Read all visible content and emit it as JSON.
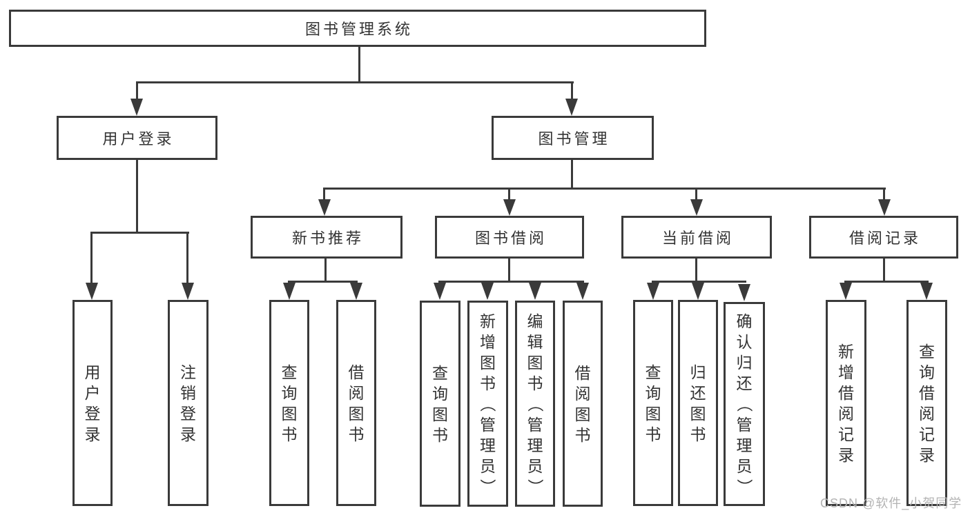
{
  "colors": {
    "line": "#3a3a3a",
    "text": "#333333",
    "watermark": "#b3b3b3",
    "background": "#ffffff"
  },
  "watermark": {
    "text": "CSDN @软件_小贺同学"
  },
  "tree": {
    "label": "图书管理系统",
    "children": [
      {
        "label": "用户登录",
        "children": [
          {
            "label": "用户登录"
          },
          {
            "label": "注销登录"
          }
        ]
      },
      {
        "label": "图书管理",
        "children": [
          {
            "label": "新书推荐",
            "children": [
              {
                "label": "查询图书"
              },
              {
                "label": "借阅图书"
              }
            ]
          },
          {
            "label": "图书借阅",
            "children": [
              {
                "label": "查询图书"
              },
              {
                "label": "新增图书（管理员）"
              },
              {
                "label": "编辑图书（管理员）"
              },
              {
                "label": "借阅图书"
              }
            ]
          },
          {
            "label": "当前借阅",
            "children": [
              {
                "label": "查询图书"
              },
              {
                "label": "归还图书"
              },
              {
                "label": "确认归还（管理员）"
              }
            ]
          },
          {
            "label": "借阅记录",
            "children": [
              {
                "label": "新增借阅记录"
              },
              {
                "label": "查询借阅记录"
              }
            ]
          }
        ]
      }
    ]
  }
}
